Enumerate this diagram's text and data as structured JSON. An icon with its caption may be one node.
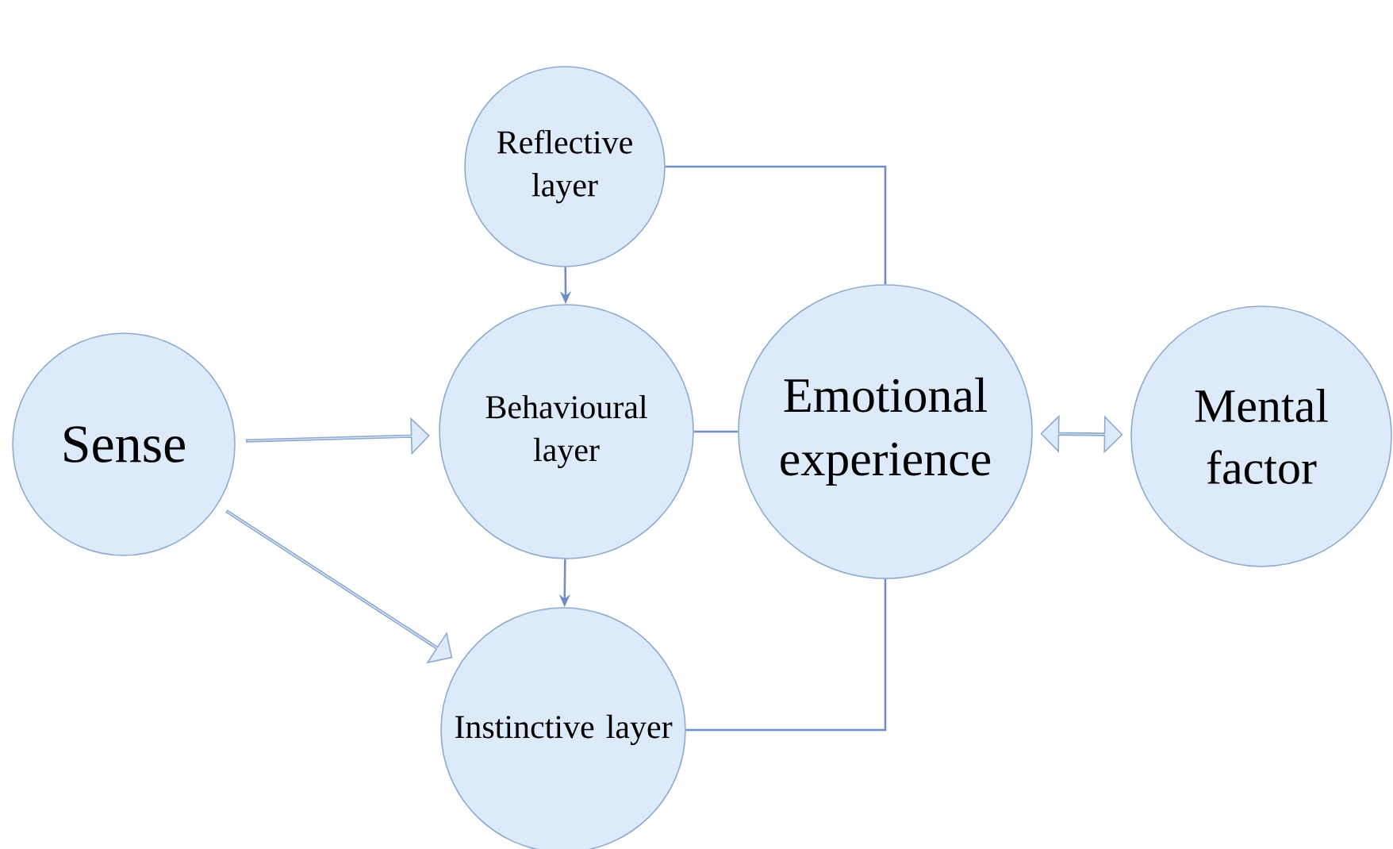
{
  "diagram": {
    "nodes": [
      {
        "text": [
          "Sense"
        ]
      },
      {
        "text": [
          "Reflective layer"
        ]
      },
      {
        "text": [
          "Behavioural layer"
        ]
      },
      {
        "text": [
          "Instinctive layer"
        ]
      },
      {
        "text": [
          "Emotional experience"
        ]
      },
      {
        "text": [
          "Mental factor"
        ]
      }
    ],
    "edges": [
      {
        "from": 0,
        "to": 2,
        "arrow": "to",
        "style": "thick"
      },
      {
        "from": 0,
        "to": 3,
        "arrow": "to",
        "style": "thick"
      },
      {
        "from": 1,
        "to": 2,
        "arrow": "to"
      },
      {
        "from": 2,
        "to": 3,
        "arrow": "to"
      },
      {
        "from": 1,
        "to": 4,
        "arrow": "none"
      },
      {
        "from": 2,
        "to": 4,
        "arrow": "none"
      },
      {
        "from": 3,
        "to": 4,
        "arrow": "none"
      },
      {
        "from": 4,
        "to": 5,
        "arrow": "both",
        "style": "thick"
      }
    ]
  }
}
